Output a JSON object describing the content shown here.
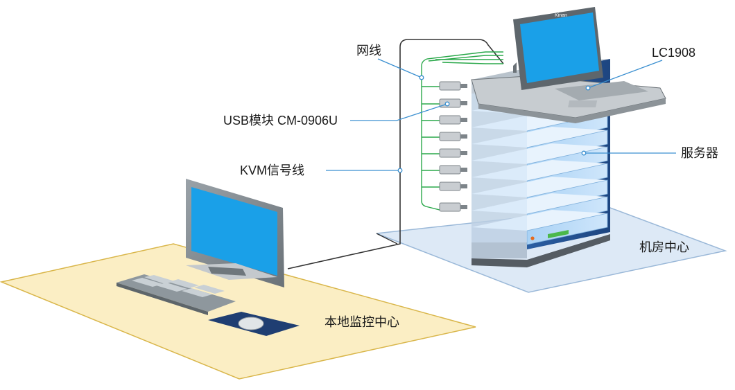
{
  "labels": {
    "network_cable": "网线",
    "usb_module": "USB模块 CM-0906U",
    "kvm_cable": "KVM信号线",
    "lc_model": "LC1908",
    "servers": "服务器",
    "machine_room": "机房中心",
    "local_center": "本地监控中心"
  },
  "lcd_brand": "Kinan",
  "colors": {
    "network_line": "#2aa84a",
    "leader_line": "#3a8fd0",
    "kvm_line": "#333333",
    "local_floor": "#fbeec4",
    "local_floor_border": "#d9b64a",
    "room_floor": "#dde9f6",
    "room_floor_border": "#9ab8d8",
    "screen_blue": "#1aa0e8",
    "server_led": "#e56b1f",
    "server_display": "#4bb84b"
  }
}
